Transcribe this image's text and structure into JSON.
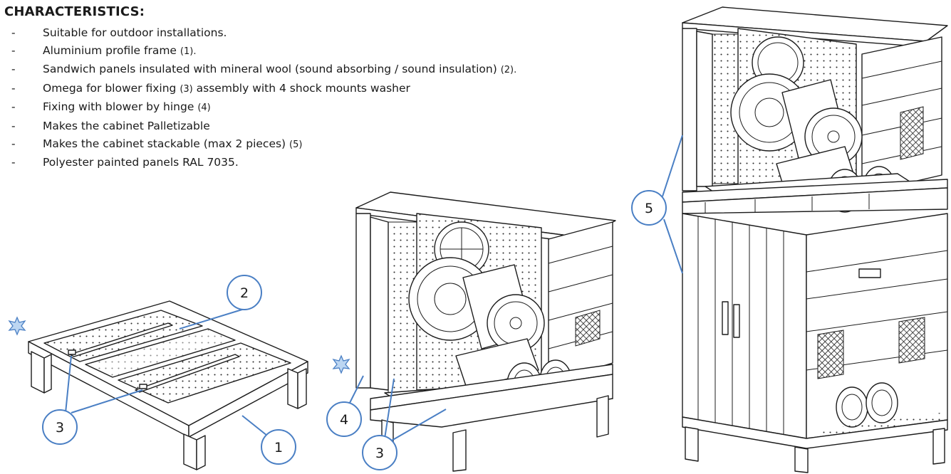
{
  "heading": "CHARACTERISTICS:",
  "bullets": [
    {
      "text": "Suitable for outdoor installations.",
      "ref": ""
    },
    {
      "text": "Aluminium profile frame ",
      "ref": "(1)."
    },
    {
      "text": "Sandwich panels insulated with mineral wool (sound absorbing / sound insulation) ",
      "ref": "(2)."
    },
    {
      "text": "Omega for blower fixing ",
      "ref": "(3)",
      "tail": " assembly with 4 shock mounts washer"
    },
    {
      "text": "Fixing with blower by hinge ",
      "ref": "(4)"
    },
    {
      "text": "Makes the cabinet Palletizable",
      "ref": ""
    },
    {
      "text": "Makes the cabinet stackable (max 2 pieces) ",
      "ref": "(5)"
    },
    {
      "text": "Polyester painted panels RAL 7035.",
      "ref": ""
    }
  ],
  "callouts": {
    "one": "1",
    "two": "2",
    "three_base": "3",
    "three_cabinet": "3",
    "four": "4",
    "five": "5"
  },
  "colors": {
    "callout": "#4a7fc4",
    "star_fill": "#bcd6f2",
    "lineart": "#1c1c1c"
  },
  "icons": [
    "star-icon"
  ]
}
